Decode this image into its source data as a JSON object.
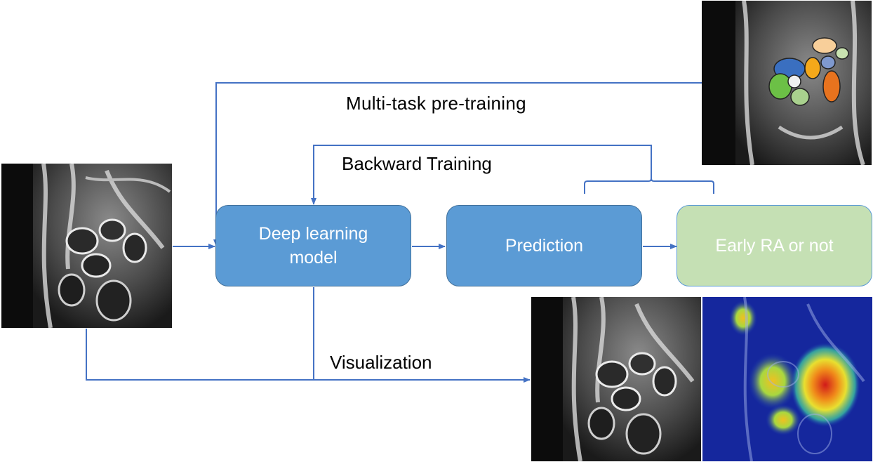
{
  "nodes": {
    "deep_learning_model": "Deep learning model",
    "prediction": "Prediction",
    "early_ra": "Early RA or not"
  },
  "edges": {
    "multitask": "Multi-task pre-training",
    "backward": "Backward Training",
    "visualization": "Visualization"
  },
  "colors": {
    "arrow": "#4472c4",
    "box_blue": "#5b9bd5",
    "box_green": "#c5e0b4"
  },
  "images": [
    "input-mri-image",
    "segmented-mri-image",
    "output-mri-image",
    "heatmap-mri-image"
  ]
}
